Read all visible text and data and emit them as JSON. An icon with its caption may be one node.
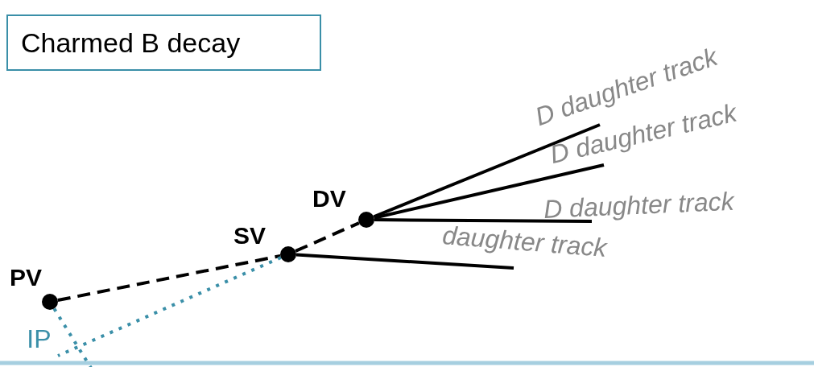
{
  "diagram": {
    "nodes": [
      {
        "text": [
          "Charmed B decay"
        ]
      },
      {
        "text": [
          "PV"
        ]
      },
      {
        "text": [
          "SV"
        ]
      },
      {
        "text": [
          "DV"
        ]
      },
      {
        "text": [
          "D daughter track"
        ]
      },
      {
        "text": [
          "D daughter track"
        ]
      },
      {
        "text": [
          "D daughter track"
        ]
      },
      {
        "text": [
          "daughter track"
        ]
      }
    ],
    "edges": [
      {
        "from": 1,
        "to": 2,
        "arrow": "none",
        "style": "dashed"
      },
      {
        "from": 2,
        "to": 3,
        "arrow": "none",
        "style": "dashed"
      },
      {
        "from": 3,
        "to": 4,
        "arrow": "none"
      },
      {
        "from": 3,
        "to": 5,
        "arrow": "none"
      },
      {
        "from": 3,
        "to": 6,
        "arrow": "none"
      },
      {
        "from": 2,
        "to": 7,
        "arrow": "none"
      },
      {
        "from": 2,
        "to": null,
        "arrow": "none",
        "style": "dashed",
        "color": "#3a8fa8"
      },
      {
        "from": 1,
        "to": null,
        "arrow": "none",
        "style": "dashed",
        "color": "#3a8fa8",
        "label": "IP"
      }
    ]
  }
}
